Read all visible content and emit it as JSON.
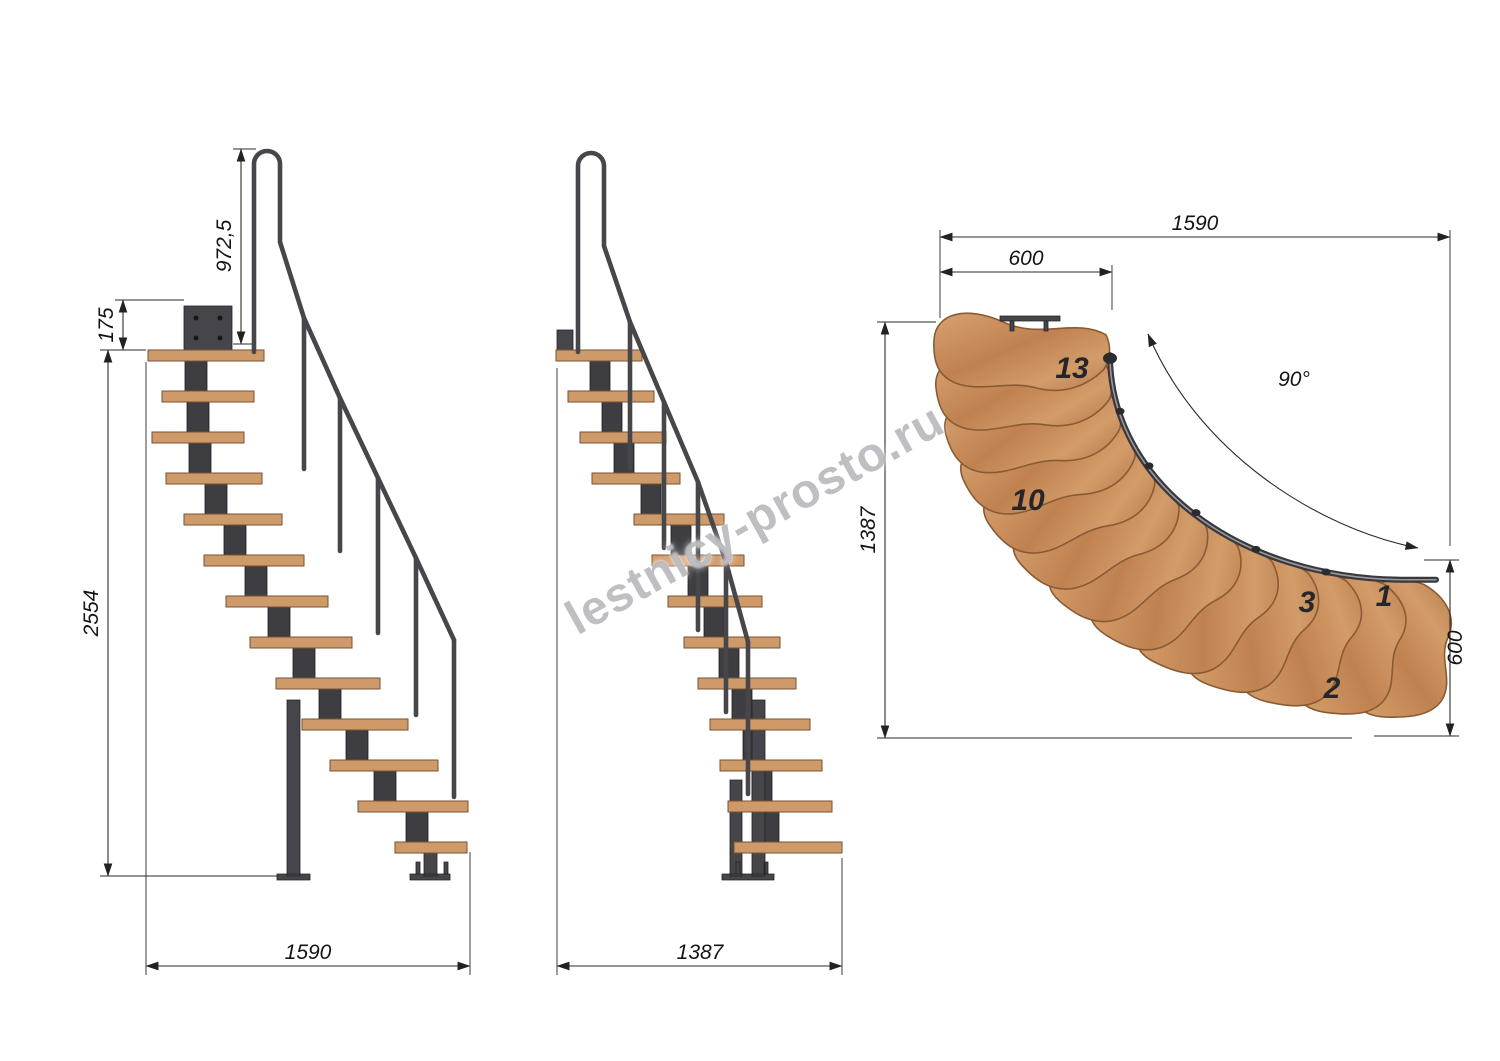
{
  "watermark": "lestnicy-prosto.ru",
  "side_view": {
    "dim_rail_height": "972,5",
    "dim_bracket_height": "175",
    "dim_total_height": "2554",
    "dim_total_length": "1590"
  },
  "front_view": {
    "dim_total_width": "1387"
  },
  "plan_view": {
    "dim_overall_length": "1590",
    "dim_top_step_length": "600",
    "dim_overall_width": "1387",
    "dim_bottom_step_length": "600",
    "dim_turn_angle": "90°",
    "steps": {
      "n13": "13",
      "n10": "10",
      "n3": "3",
      "n2": "2",
      "n1": "1"
    }
  }
}
